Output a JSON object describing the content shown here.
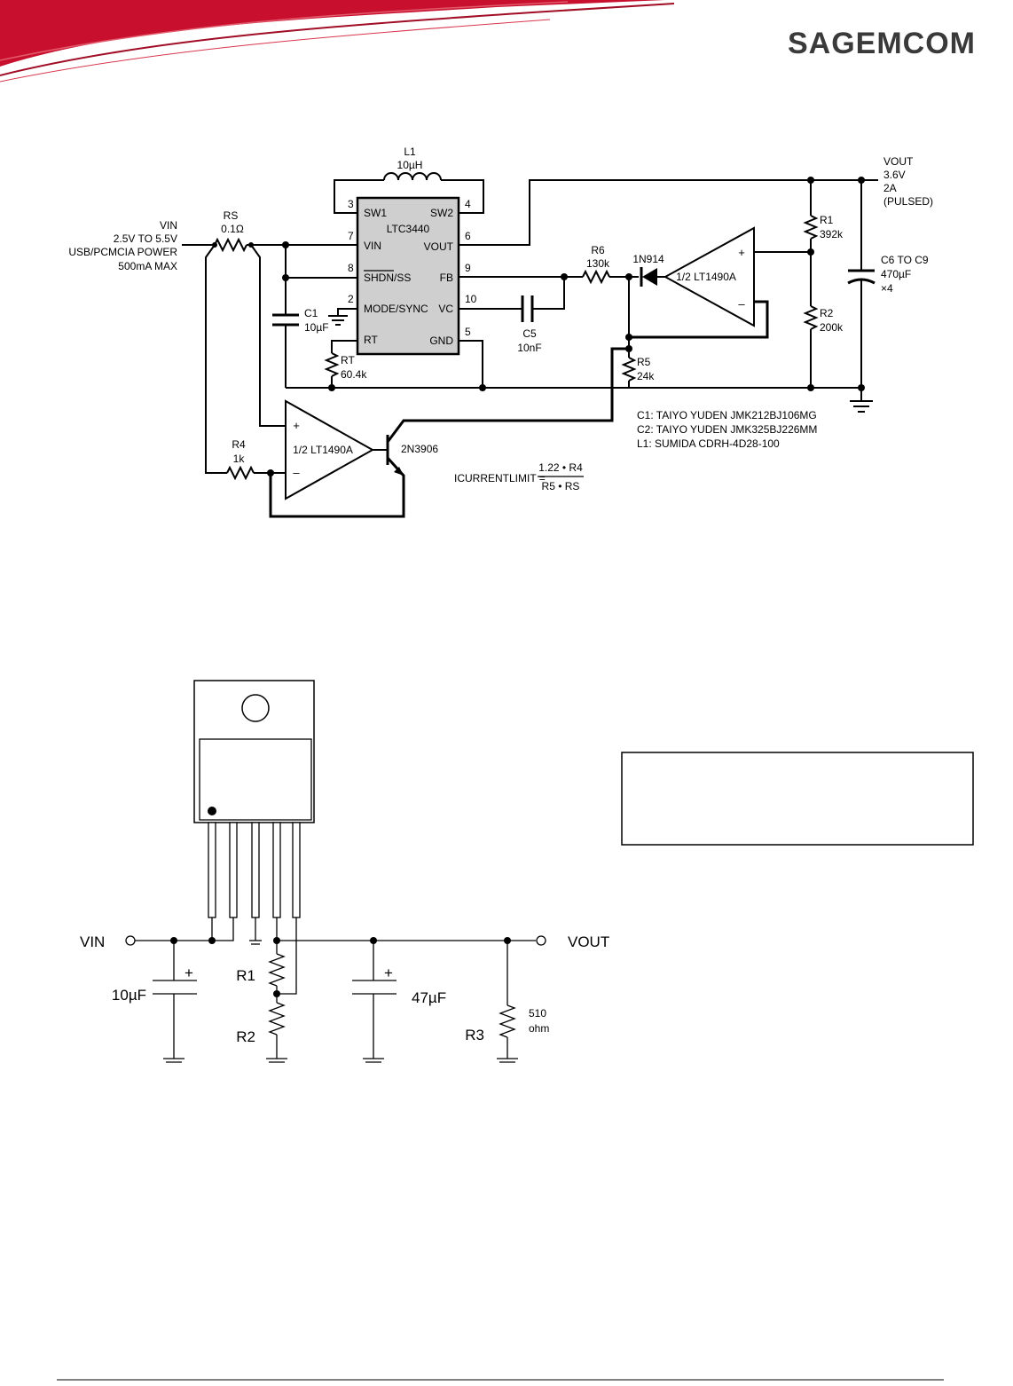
{
  "header": {
    "logo_text": "SAGEMCOM",
    "brand_color": "#c8102e",
    "logo_color": "#3a3a3a"
  },
  "schematic1": {
    "l1": {
      "name": "L1",
      "value": "10µH"
    },
    "vin": {
      "name": "VIN",
      "line1": "2.5V TO 5.5V",
      "line2": "USB/PCMCIA POWER",
      "line3": "500mA MAX"
    },
    "rs": {
      "name": "RS",
      "value": "0.1Ω"
    },
    "ic": {
      "name": "LTC3440",
      "pins_left": [
        {
          "num": "3",
          "label": "SW1"
        },
        {
          "num": "7",
          "label": "VIN"
        },
        {
          "num": "8",
          "label": "SHDN/SS"
        },
        {
          "num": "2",
          "label": "MODE/SYNC"
        },
        {
          "num": "",
          "label": "RT"
        }
      ],
      "pins_right": [
        {
          "num": "4",
          "label": "SW2"
        },
        {
          "num": "6",
          "label": "VOUT"
        },
        {
          "num": "9",
          "label": "FB"
        },
        {
          "num": "10",
          "label": "VC"
        },
        {
          "num": "5",
          "label": "GND"
        }
      ]
    },
    "vout": {
      "name": "VOUT",
      "line1": "3.6V",
      "line2": "2A",
      "line3": "(PULSED)"
    },
    "c1": {
      "name": "C1",
      "value": "10µF"
    },
    "rt": {
      "name": "RT",
      "value": "60.4k"
    },
    "c5": {
      "name": "C5",
      "value": "10nF"
    },
    "r6": {
      "name": "R6",
      "value": "130k"
    },
    "diode": {
      "name": "1N914"
    },
    "opamp_top": {
      "name": "1/2 LT1490A",
      "plus": "+",
      "minus": "–"
    },
    "r1": {
      "name": "R1",
      "value": "392k"
    },
    "r2": {
      "name": "R2",
      "value": "200k"
    },
    "cout": {
      "name": "C6 TO C9",
      "value": "470µF",
      "count": "×4"
    },
    "r5": {
      "name": "R5",
      "value": "24k"
    },
    "notes": [
      "C1: TAIYO YUDEN JMK212BJ106MG",
      "C2: TAIYO YUDEN JMK325BJ226MM",
      "L1: SUMIDA CDRH-4D28-100"
    ],
    "r4": {
      "name": "R4",
      "value": "1k"
    },
    "opamp_bottom": {
      "name": "1/2 LT1490A",
      "plus": "+",
      "minus": "–"
    },
    "transistor": {
      "name": "2N3906"
    },
    "formula": {
      "lhs": "ICURRENTLIMIT =",
      "numerator": "1.22 • R4",
      "denominator": "R5 • RS"
    }
  },
  "schematic2": {
    "vin_label": "VIN",
    "vout_label": "VOUT",
    "cin": {
      "value": "10µF",
      "polarity": "+"
    },
    "r1": {
      "name": "R1"
    },
    "r2": {
      "name": "R2"
    },
    "cout": {
      "value": "47µF",
      "polarity": "+"
    },
    "r3": {
      "name": "R3",
      "value_line1": "510",
      "value_line2": "ohm"
    }
  }
}
